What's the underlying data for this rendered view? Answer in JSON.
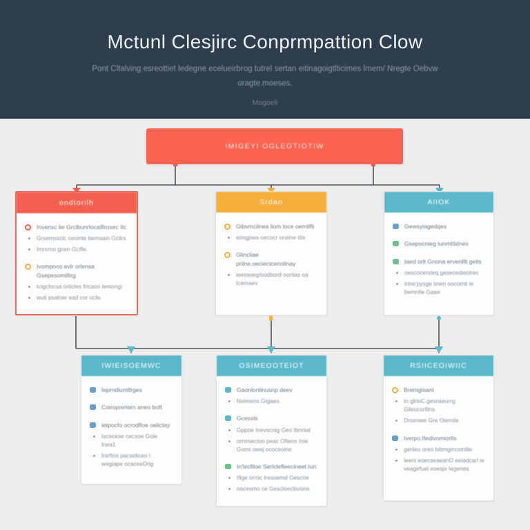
{
  "header": {
    "title": "Mctunl Clesjirc Conprmpattion Clow",
    "subtitle": "Pont Cltalving esreottiet ledegne ecelueirbrog tutrel sertan eitinagoigtlticimes lmem/ Nregte Oebvw oragte.moeses.",
    "meta": "Mogoeli"
  },
  "palette": {
    "banner_bg": "#2f3e4c",
    "page_bg": "#ededed",
    "root": "#fa6450",
    "red": "#f4604f",
    "amber": "#f5ae3c",
    "teal": "#5bb7ca",
    "blue": "#6c9ec4",
    "green": "#6cc28a",
    "wire": "#4a545c",
    "card_bg": "#fdfdfd",
    "card_border": "#e0e0e0",
    "highlight_border": "#e8695a"
  },
  "root": {
    "label": "IMIGEYI OGLEOTIOTIW",
    "color": "#fa6450"
  },
  "mid_nodes": [
    {
      "title": "ondtorilh",
      "color": "#f4604f",
      "highlight": true,
      "groups": [
        {
          "marker": "ring",
          "marker_color": "#f4604f",
          "text": "Invensc lie Grclbunrlocalflrosec Ilc",
          "subs": [
            "Grsemssclc ceointe bemsain Gcilrs",
            "Imremo gcen Gcifle."
          ]
        },
        {
          "marker": "ring",
          "marker_color": "#f5ae3c",
          "text": "Ivompnos evlr orlensa Gsepesomillirg",
          "subs": [
            "tcigclocsa orticles fricaon lemongi",
            "wuti psalner ead cor ocfe."
          ]
        }
      ]
    },
    {
      "title": "Srdao",
      "color": "#f5ae3c",
      "highlight": false,
      "groups": [
        {
          "marker": "ring",
          "marker_color": "#f5ae3c",
          "text": "Gibvmcilnea liom loce oemIlfli",
          "subs": [
            "eimgjsea oecocr orsiine tila"
          ]
        },
        {
          "marker": "ring",
          "marker_color": "#f5ae3c",
          "text": "Glincliae prilne.oeciecicenollnay",
          "subs": [
            "ieessoeg/oodbord oortias oa Icemaev"
          ]
        }
      ]
    },
    {
      "title": "AlIOK",
      "color": "#5bb7ca",
      "highlight": false,
      "groups": [
        {
          "marker": "primary",
          "marker_color": "#6c9ec4",
          "text": "Gewsyiagedqes",
          "subs": []
        },
        {
          "marker": "primary",
          "marker_color": "#6cc28a",
          "text": "Gsepocnieg lunmItIdnes",
          "subs": []
        },
        {
          "marker": "primary",
          "marker_color": "#6cc28a",
          "text": "Iaed orlt Gnona ervenlllt getls",
          "subs": [
            "oescocendeq gesecedieoires",
            "Irine'pysge Iinen oocomti le bemnlle Gaae"
          ]
        }
      ]
    }
  ],
  "leaf_nodes": [
    {
      "title": "IWIEISOEMWC",
      "color": "#5bb7ca",
      "groups": [
        {
          "marker": "primary",
          "marker_color": "#6c9ec4",
          "text": "Iepmdlumlfrges",
          "subs": []
        },
        {
          "marker": "primary",
          "marker_color": "#6c9ec4",
          "text": "Coiroprerisrn aneo boft",
          "subs": []
        },
        {
          "marker": "primary",
          "marker_color": "#6c9ec4",
          "text": "ietpocfo ocrodfloe oelictay",
          "subs": [
            "Iscecese cecsoe Gole Inea1",
            "Inirftos pacsidiceo \\ wegiape ocaceeDrig"
          ]
        }
      ]
    },
    {
      "title": "OSIMEOOTEIOT",
      "color": "#5bb7ca",
      "groups": [
        {
          "marker": "primary",
          "marker_color": "#5bb7ca",
          "text": "Gaonlonlinusnp deev",
          "subs": [
            "Neimens Gtgaes"
          ]
        },
        {
          "marker": "primary",
          "marker_color": "#5bb7ca",
          "text": "Gcessls",
          "subs": [
            "Gppoe Inevscnig Geo Ibnnial",
            "ornirsecloo peac Ofteos Inie Gomt owej ococeoine"
          ]
        },
        {
          "marker": "primary",
          "marker_color": "#6cc28a",
          "text": "In'lecfiloe Serlclefleecineet Iun",
          "subs": [
            "Ifige orroc Iresoemd Gescoe",
            "nocesmo ce Gescloeclisrons"
          ]
        }
      ]
    },
    {
      "title": "RSIICEOIWIIC",
      "color": "#5bb7ca",
      "groups": [
        {
          "marker": "ring",
          "marker_color": "#f5ae3c",
          "text": "Bremgloanl",
          "subs": [
            "In glrioC.gesnseurrg Glleocorlllns",
            "Dnomiee Gre Oiemile"
          ]
        },
        {
          "marker": "primary",
          "marker_color": "#6c9ec4",
          "text": "Iverpo.Ifedivomiorlls",
          "subs": [
            "geriles oreo bitimgmormlile",
            "Ieeni eoecseaeanO eeiadcarl ie veagirfuel eoesjo Iegenes"
          ]
        }
      ]
    }
  ]
}
